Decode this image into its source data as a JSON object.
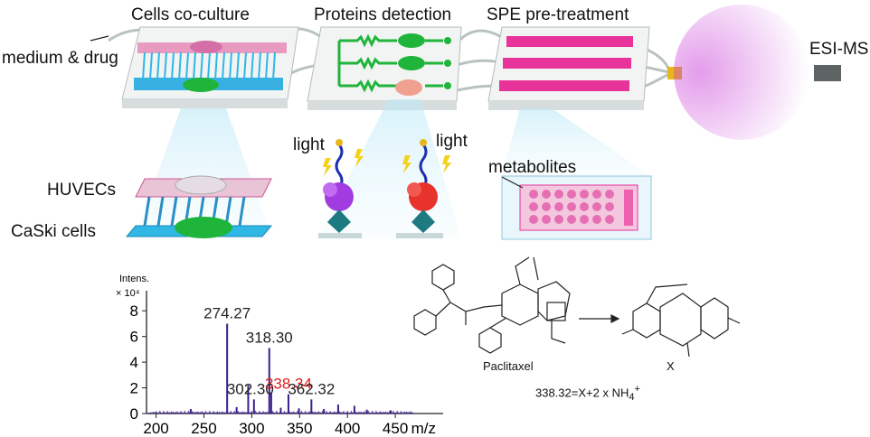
{
  "panel": {
    "title_coculture": "Cells co-culture",
    "title_detection": "Proteins detection",
    "title_spe": "SPE pre-treatment",
    "label_medium": "medium & drug",
    "label_esi": "ESI-MS",
    "label_huvecs": "HUVECs",
    "label_caski": "CaSki cells",
    "label_light_left": "light",
    "label_light_right": "light",
    "label_metabolites": "metabolites"
  },
  "structures": {
    "paclitaxel_label": "Paclitaxel",
    "product_label": "X",
    "equation": "338.32=X+2 x NH",
    "equation_sub": "4",
    "equation_sup": "+"
  },
  "colors": {
    "chip_top": "#f2f4f3",
    "cyan": "#2fb8e6",
    "green": "#1fb53a",
    "magenta": "#e8339b",
    "spectrum": "#3b1f8c",
    "highlight": "#e01b1b"
  },
  "chart_data": {
    "type": "line",
    "ylabel": "Intens.",
    "yunit": "× 10⁴",
    "xlabel": "m/z",
    "xlim": [
      190,
      500
    ],
    "ylim": [
      0,
      9
    ],
    "x_ticks": [
      200,
      250,
      300,
      350,
      400,
      450
    ],
    "y_ticks": [
      0,
      2,
      4,
      6,
      8
    ],
    "peaks": [
      {
        "x": 274.27,
        "y": 7.0,
        "label": "274.27"
      },
      {
        "x": 302.3,
        "y": 1.1,
        "label": "302.30"
      },
      {
        "x": 318.3,
        "y": 5.1,
        "label": "318.30"
      },
      {
        "x": 338.34,
        "y": 1.5,
        "label": "338.34",
        "highlight": true
      },
      {
        "x": 362.32,
        "y": 1.1,
        "label": "362.32"
      },
      {
        "x": 296.3,
        "y": 2.2
      },
      {
        "x": 320.3,
        "y": 1.6
      },
      {
        "x": 390.3,
        "y": 0.7
      },
      {
        "x": 407.3,
        "y": 0.6
      },
      {
        "x": 236.2,
        "y": 0.35
      },
      {
        "x": 284.2,
        "y": 0.5
      },
      {
        "x": 330.3,
        "y": 0.45
      },
      {
        "x": 349.3,
        "y": 0.4
      },
      {
        "x": 375.3,
        "y": 0.35
      },
      {
        "x": 420.3,
        "y": 0.3
      },
      {
        "x": 445.3,
        "y": 0.25
      }
    ]
  }
}
